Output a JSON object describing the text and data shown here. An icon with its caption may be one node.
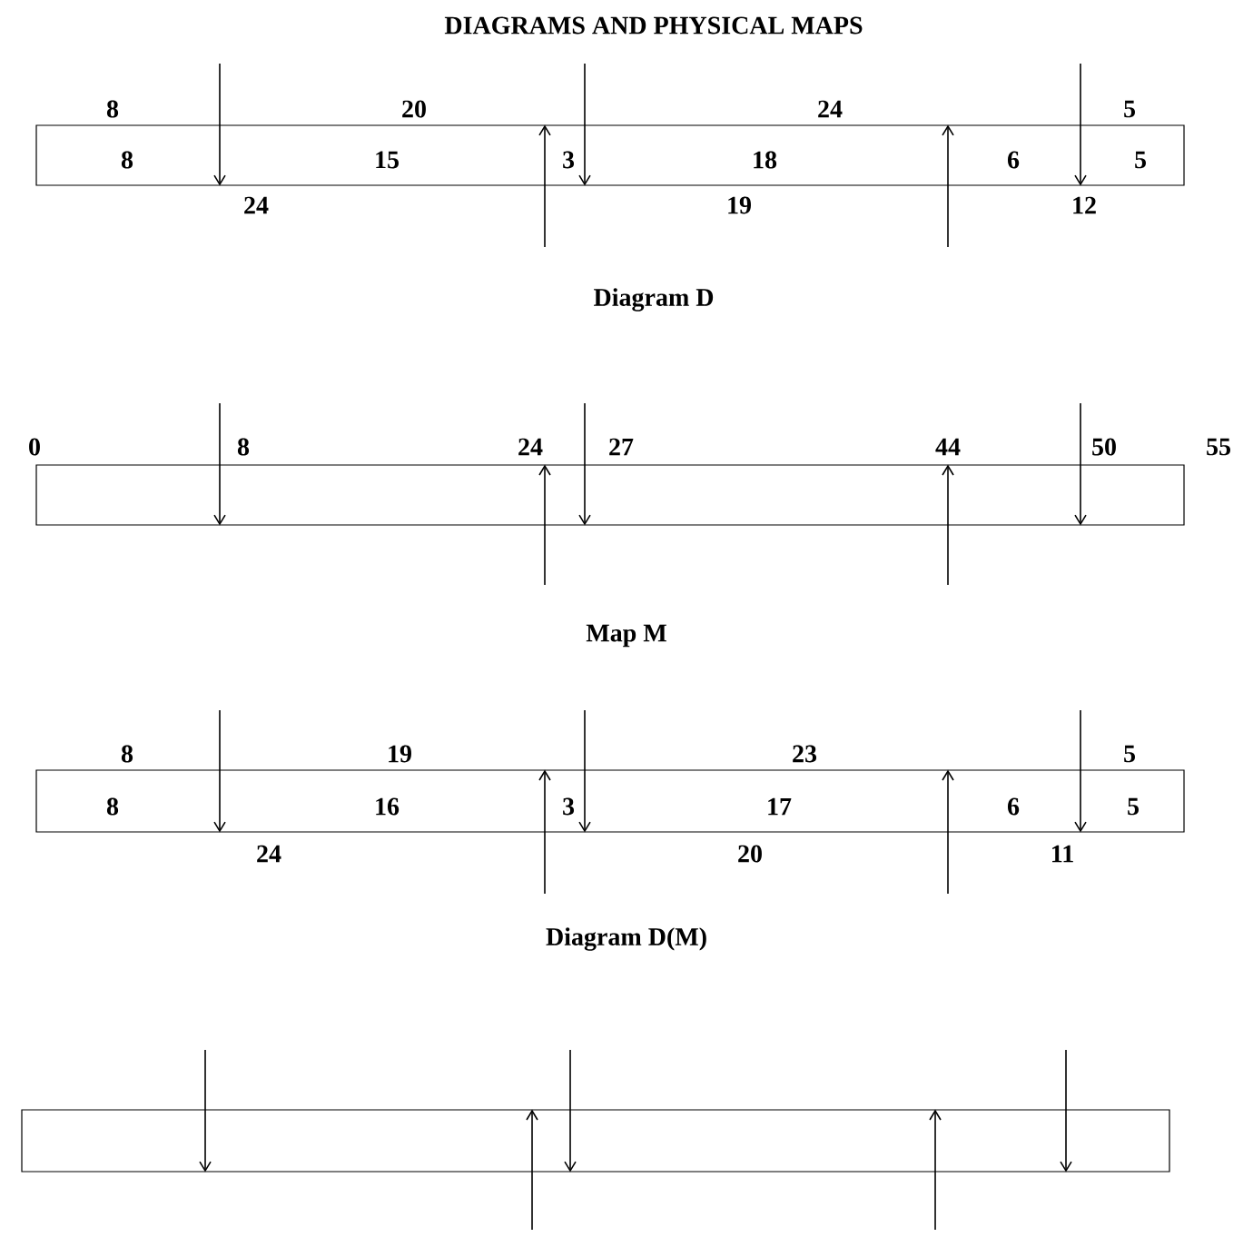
{
  "diagram": {
    "title": "DIAGRAMS AND PHYSICAL MAPS",
    "nodes": [
      {
        "text": [
          "8",
          "15",
          "3",
          "18",
          "6",
          "5"
        ],
        "beside": [
          "8",
          "20",
          "24",
          "5",
          "24",
          "19",
          "12",
          "Diagram D"
        ]
      },
      {
        "text": [],
        "shape": "bar",
        "beside": [
          "0",
          "8",
          "24",
          "27",
          "44",
          "50",
          "55",
          "Map M"
        ]
      },
      {
        "text": [
          "8",
          "16",
          "3",
          "17",
          "6",
          "5"
        ],
        "beside": [
          "8",
          "19",
          "23",
          "5",
          "24",
          "20",
          "11",
          "Diagram D(M)"
        ]
      },
      {
        "text": [],
        "shape": "bar"
      }
    ],
    "edges": [
      {
        "from": null,
        "to": 0,
        "arrow": "to"
      },
      {
        "from": 0,
        "to": null,
        "arrow": "to"
      },
      {
        "from": null,
        "to": 0,
        "arrow": "to"
      },
      {
        "from": 0,
        "to": null,
        "arrow": "to"
      },
      {
        "from": null,
        "to": 0,
        "arrow": "to"
      },
      {
        "from": null,
        "to": 1,
        "arrow": "to"
      },
      {
        "from": 1,
        "to": null,
        "arrow": "to"
      },
      {
        "from": null,
        "to": 1,
        "arrow": "to"
      },
      {
        "from": 1,
        "to": null,
        "arrow": "to"
      },
      {
        "from": null,
        "to": 1,
        "arrow": "to"
      },
      {
        "from": null,
        "to": 2,
        "arrow": "to"
      },
      {
        "from": 2,
        "to": null,
        "arrow": "to"
      },
      {
        "from": null,
        "to": 2,
        "arrow": "to"
      },
      {
        "from": 2,
        "to": null,
        "arrow": "to"
      },
      {
        "from": null,
        "to": 2,
        "arrow": "to"
      },
      {
        "from": null,
        "to": 3,
        "arrow": "to"
      },
      {
        "from": null,
        "to": 3,
        "arrow": "to"
      },
      {
        "from": null,
        "to": 3,
        "arrow": "to"
      },
      {
        "from": null,
        "to": 3,
        "arrow": "to"
      },
      {
        "from": null,
        "to": 3,
        "arrow": "to"
      }
    ]
  }
}
